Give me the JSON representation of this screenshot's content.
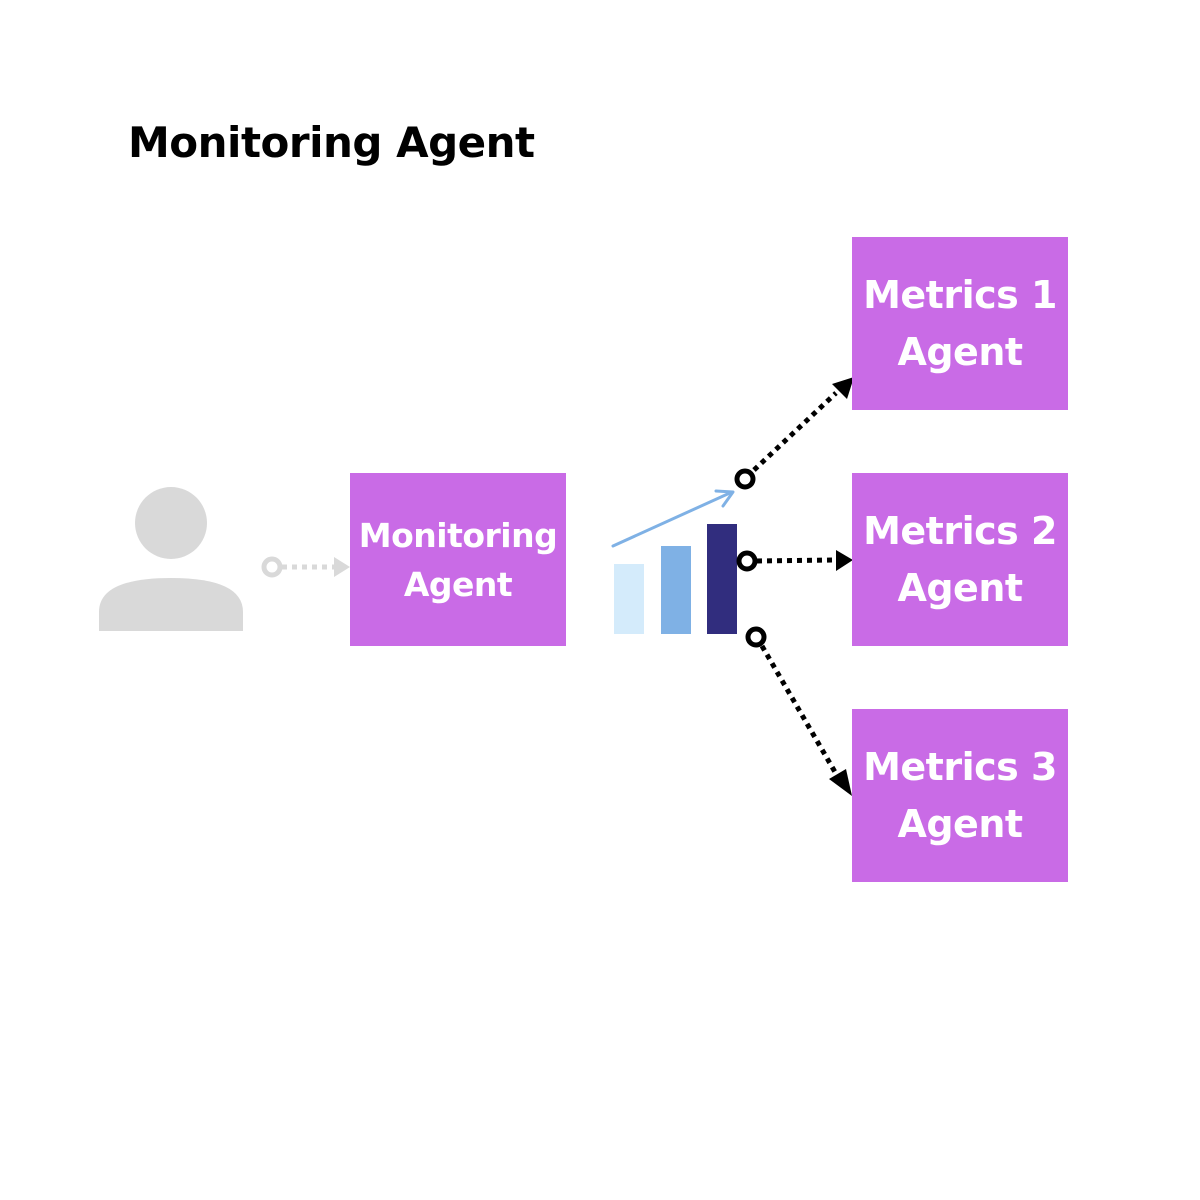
{
  "title": "Monitoring Agent",
  "nodes": {
    "monitoring": {
      "line1": "Monitoring",
      "line2": "Agent"
    },
    "metrics": [
      {
        "line1": "Metrics 1",
        "line2": "Agent"
      },
      {
        "line1": "Metrics 2",
        "line2": "Agent"
      },
      {
        "line1": "Metrics 3",
        "line2": "Agent"
      }
    ]
  },
  "icons": {
    "user": "user-silhouette-icon",
    "growth": "bar-chart-growth-icon"
  },
  "colors": {
    "node_fill": "#c96be6",
    "node_text": "#ffffff",
    "user_gray": "#d9d9d9",
    "arrow_black": "#000000",
    "bar_light": "#d4ebfb",
    "bar_mid": "#7fb1e5",
    "bar_dark": "#312d7e",
    "trend_line": "#7fb1e5"
  }
}
